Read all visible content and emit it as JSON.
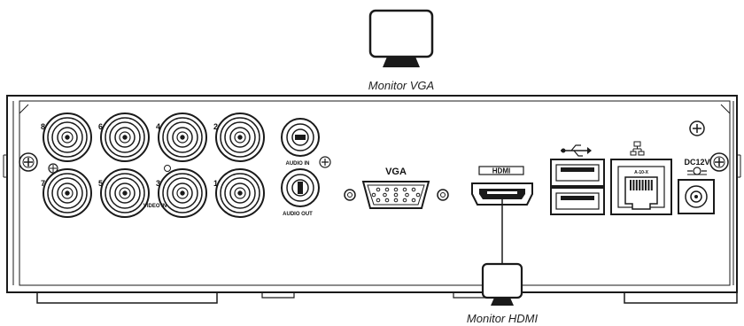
{
  "callouts": {
    "vga_monitor_label": "Monitor VGA",
    "hdmi_monitor_label": "Monitor HDMI"
  },
  "panel": {
    "video_in_label": "VIDEO IN",
    "bnc_numbers": [
      "8",
      "6",
      "4",
      "2",
      "7",
      "5",
      "3",
      "1"
    ],
    "audio_in_label": "AUDIO IN",
    "audio_out_label": "AUDIO OUT",
    "vga_label": "VGA",
    "hdmi_label": "HDMI",
    "lan_label": "A-10-X",
    "power_label": "DC12V"
  },
  "colors": {
    "line": "#1a1a1a",
    "panel_fill": "#ffffff",
    "monitor_fill": "#ffffff"
  }
}
